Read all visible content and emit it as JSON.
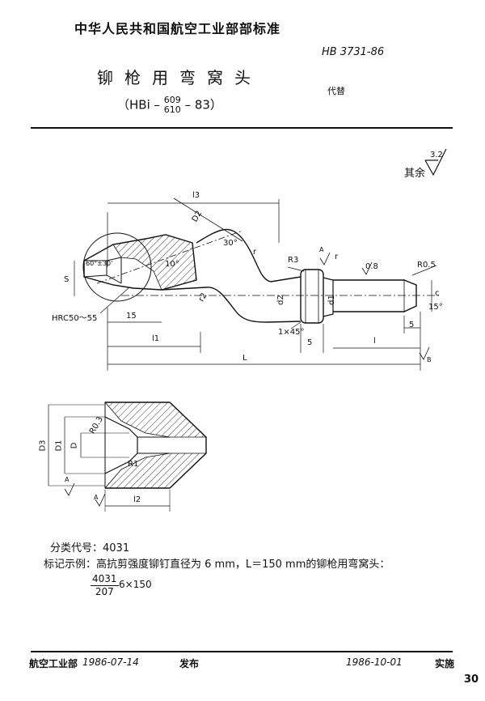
{
  "header": {
    "organization": "中华人民共和国航空工业部部标准",
    "code": "HB 3731-86",
    "title": "铆枪用弯窝头",
    "subtitle_prefix": "（HBi –",
    "subtitle_frac_top": "609",
    "subtitle_frac_bottom": "610",
    "subtitle_suffix": "– 83）",
    "replaces": "代替"
  },
  "roughness": {
    "label": "其余",
    "value": "3.2"
  },
  "main_drawing": {
    "l3": "l3",
    "D2": "D2",
    "angle_30": "30°",
    "r": "r",
    "R3": "R3",
    "surf_r": "r",
    "ra08": "0.8",
    "R05": "R0.5",
    "angle_60": "60°±30'",
    "angle_10": "10°",
    "S": "S",
    "hrc": "HRC50～55",
    "r2": "r2",
    "d2": "d2",
    "d1": "d1",
    "c": "c",
    "angle_15": "15°",
    "dim_15": "15",
    "chamfer": "1×45°",
    "dim_5a": "5",
    "dim_5b": "5",
    "l": "l",
    "l1": "l1",
    "L": "L",
    "roughA": "A",
    "roughB": "B"
  },
  "detail_drawing": {
    "D3": "D3",
    "D1": "D1",
    "D": "D",
    "R03": "R0.3",
    "R1": "R1",
    "l2": "l2",
    "roughC": "A",
    "roughD": "A"
  },
  "notes": {
    "classification": "分类代号：4031",
    "marking_example": "标记示例：高抗剪强度铆钉直径为 6 mm，L＝150 mm的铆枪用弯窝头：",
    "mark_top": "4031",
    "mark_bottom": "207",
    "mark_suffix": "6×150"
  },
  "footer": {
    "issuer": "航空工业部",
    "issue_date": "1986-07-14",
    "issue_label": "发布",
    "impl_date": "1986-10-01",
    "impl_label": "实施",
    "page_no": "30"
  }
}
